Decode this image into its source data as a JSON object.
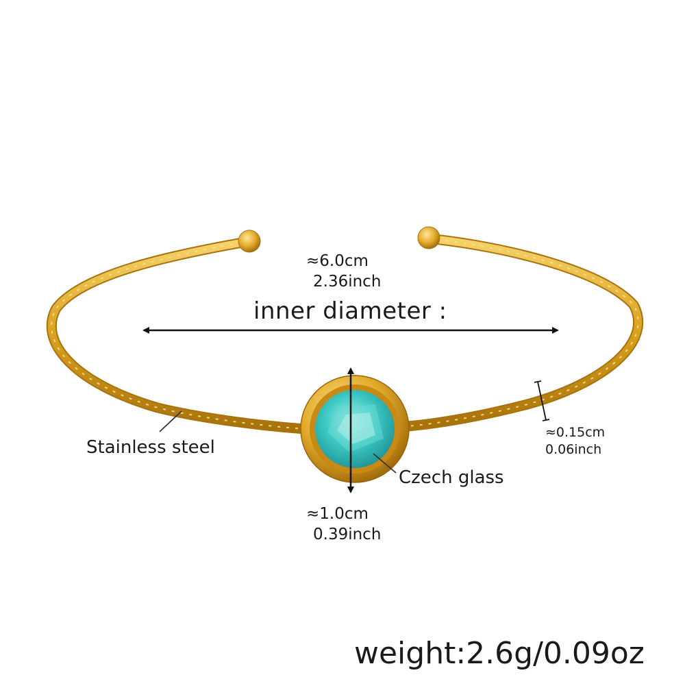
{
  "labels": {
    "inner_diameter": "inner diameter :",
    "diameter_cm": "≈6.0cm",
    "diameter_inch": "2.36inch",
    "stone_cm": "≈1.0cm",
    "stone_inch": "0.39inch",
    "band_cm": "≈0.15cm",
    "band_inch": "0.06inch",
    "material": "Stainless steel",
    "stone_material": "Czech glass",
    "weight": "weight:2.6g/0.09oz"
  },
  "colors": {
    "gold": "#d9a11e",
    "gold_dark": "#a8720c",
    "gold_light": "#f6d36a",
    "gem": "#3cc9c4",
    "gem_dark": "#1e8f93",
    "gem_light": "#a9efe6",
    "arrow": "#111111"
  }
}
